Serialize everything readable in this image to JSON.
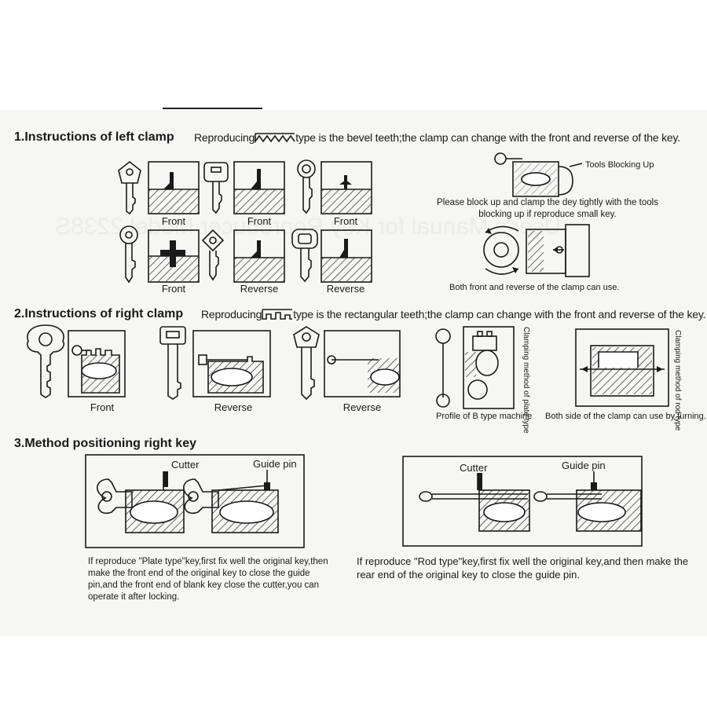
{
  "section1": {
    "title": "1.Instructions of left clamp",
    "lead_before": "Reproducing",
    "lead_after": "type is the bevel teeth;the clamp can change with the front and reverse of the key.",
    "captions": [
      "Front",
      "Front",
      "Front",
      "Front",
      "Reverse",
      "Reverse"
    ],
    "tools_label": "Tools Blocking Up",
    "note_block": "Please block up and clamp the dey tightly with the tools blocking up if reproduce small key.",
    "note_both": "Both front and reverse of the clamp can use."
  },
  "section2": {
    "title": "2.Instructions of right clamp",
    "lead_before": "Reproducing",
    "lead_after": "type is the rectangular teeth;the clamp can change with the front and reverse of the key.",
    "captions": [
      "Front",
      "Reverse",
      "Reverse"
    ],
    "vert_plate": "Clamping method of plate type",
    "vert_rod": "Clamping method of rod type",
    "profile": "Profile of B type machine",
    "both_side": "Both side of the clamp can use by turning."
  },
  "section3": {
    "title": "3.Method positioning right key",
    "cutter": "Cutter",
    "guide_pin": "Guide pin",
    "plate_text": "If reproduce \"Plate type\"key,first fix well the original key,then make the front end of the original key to close the guide pin,and the front end of blank key close the cutter,you can operate it after locking.",
    "rod_text": "If reproduce \"Rod type\"key,first fix well the original key,and then make the rear end of the original key to close the guide pin."
  },
  "watermark": "User's Manual for Key Reproducer Model 2238S",
  "icons": [
    "bevel-teeth-icon",
    "rect-teeth-icon",
    "key-icon",
    "clamp-diagram"
  ]
}
